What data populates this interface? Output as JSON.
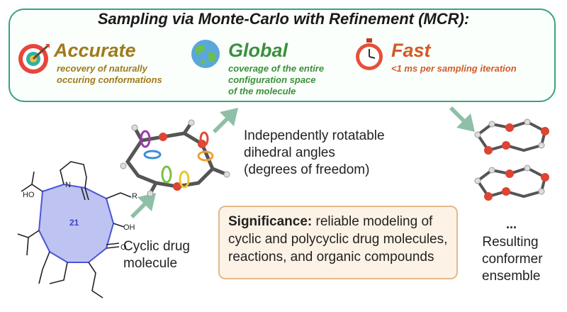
{
  "title": "Sampling via Monte-Carlo with Refinement (MCR):",
  "features": [
    {
      "title": "Accurate",
      "desc_lines": [
        "recovery of naturally",
        "occuring conformations"
      ],
      "icon": "target-icon",
      "color": "#a07a1a"
    },
    {
      "title": "Global",
      "desc_lines": [
        "coverage of the entire",
        "configuration space",
        "of the molecule"
      ],
      "icon": "globe-icon",
      "color": "#3b8f3b"
    },
    {
      "title": "Fast",
      "desc_lines": [
        "<1 ms per sampling iteration"
      ],
      "icon": "stopwatch-icon",
      "color": "#d45a25"
    }
  ],
  "dihedral_label": [
    "Independently rotatable",
    "dihedral angles",
    "(degrees of freedom)"
  ],
  "cyclic_label": [
    "Cyclic drug",
    "molecule"
  ],
  "significance": {
    "label": "Significance:",
    "text_lines": [
      " reliable modeling of",
      "cyclic and polycyclic drug molecules,",
      "reactions, and organic compounds"
    ]
  },
  "result_label": [
    "Resulting",
    "conformer",
    "ensemble"
  ],
  "ellipsis": "...",
  "molecule_labels": {
    "ring_size": "21",
    "ho": "HO",
    "oh": "OH",
    "r": "R",
    "n": "N",
    "o": "O"
  },
  "colors": {
    "box_border": "#3aa27d",
    "arrow": "#8fbfa7",
    "ring": "#8f96e8",
    "sig_bg": "#fdf2e6",
    "sig_border": "#e3b98a"
  }
}
